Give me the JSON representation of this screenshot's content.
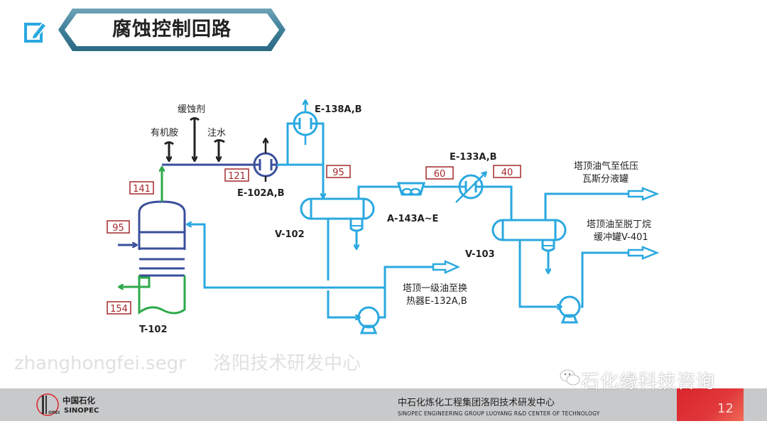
{
  "slide": {
    "title": "腐蚀控制回路",
    "page_number": "12"
  },
  "colors": {
    "dark_blue": "#3a4f9c",
    "light_blue": "#2aa8e0",
    "green": "#2daa4a",
    "label_red": "#a4282c",
    "black": "#222222",
    "title_frame": "#3d7f99",
    "footer_gray": "#c8c9cb",
    "footer_red": "#d9262c"
  },
  "injections": [
    {
      "label": "有机胺"
    },
    {
      "label": "缓蚀剂"
    },
    {
      "label": "注水"
    }
  ],
  "equipment": {
    "tower": "T-102",
    "exchanger_1": "E-102A,B",
    "exchanger_2": "E-138A,B",
    "drum_1": "V-102",
    "air_cooler": "A-143A~E",
    "exchanger_3": "E-133A,B",
    "drum_2": "V-103"
  },
  "temperatures": {
    "tower_top_outlet": "141",
    "reflux_inlet": "95",
    "side_draw": "154",
    "after_E102": "121",
    "after_E138": "95",
    "after_A143": "60",
    "after_E133": "40"
  },
  "destinations": {
    "gas_to_low_pressure": [
      "塔顶油气至低压",
      "瓦斯分液罐"
    ],
    "oil_to_debutanizer": [
      "塔顶油至脱丁烷",
      "缓冲罐V-401"
    ],
    "first_stage_oil": [
      "塔顶一级油至换",
      "热器E-132A,B"
    ]
  },
  "watermark": {
    "line1": "zhanghongfei.segr",
    "line2": "洛阳技术研发中心"
  },
  "footer": {
    "logo_cn": "中国石化",
    "logo_en": "SINOPEC",
    "org_cn": "中石化炼化工程集团洛阳技术研发中心",
    "org_en": "SINOPEC  ENGINEERING GROUP  LUOYANG R&D CENTER OF TECHNOLOGY",
    "wechat_source": "石化缘科技咨询"
  }
}
